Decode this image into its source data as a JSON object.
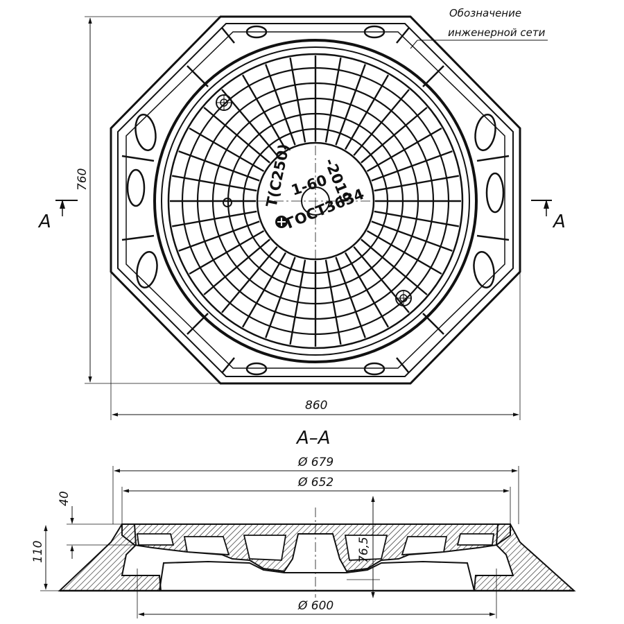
{
  "plan": {
    "note": [
      "Обозначение",
      "инженерной сети"
    ],
    "dim_height": "760",
    "dim_width": "860",
    "section_left": "A",
    "section_right": "A",
    "stamp_top": "T(C250)",
    "stamp_mid": "1-60",
    "stamp_year": "-2019",
    "stamp_gost": "ГОСТ3634"
  },
  "section": {
    "title": "A–A",
    "dim_679": "Ø 679",
    "dim_652": "Ø 652",
    "dim_600": "Ø 600",
    "dim_40": "40",
    "dim_110": "110",
    "dim_76_5": "76,5"
  }
}
